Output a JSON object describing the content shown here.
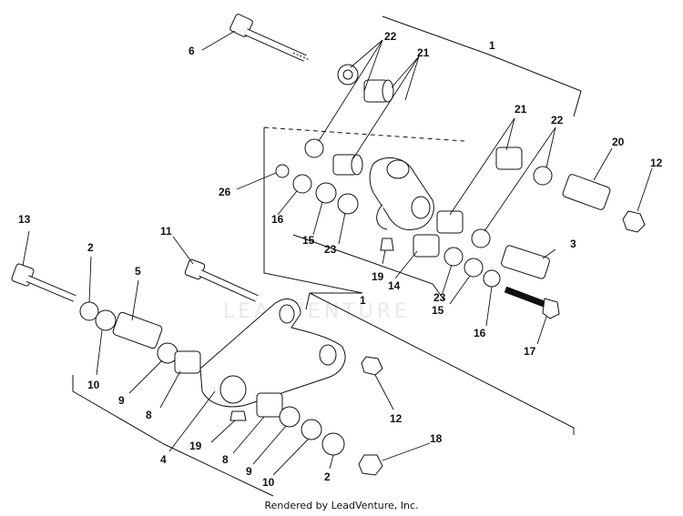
{
  "watermark": "LEADVENTURE",
  "footer": "Rendered by LeadVenture, Inc.",
  "callouts": {
    "c1_top": "1",
    "c6": "6",
    "c22_top": "22",
    "c21_top": "21",
    "c21_mid": "21",
    "c22_mid": "22",
    "c20": "20",
    "c12_right": "12",
    "c26": "26",
    "c16_left": "16",
    "c15_left": "15",
    "c23_left": "23",
    "c3": "3",
    "c19_upper": "19",
    "c14": "14",
    "c23_right": "23",
    "c15_right": "15",
    "c1_mid": "1",
    "c16_right": "16",
    "c17": "17",
    "c13": "13",
    "c2_left": "2",
    "c5": "5",
    "c11": "11",
    "c10_left": "10",
    "c9_left": "9",
    "c8_left": "8",
    "c12_lower": "12",
    "c19_lower": "19",
    "c4": "4",
    "c8_lower": "8",
    "c9_lower": "9",
    "c10_lower": "10",
    "c2_lower": "2",
    "c18": "18"
  }
}
